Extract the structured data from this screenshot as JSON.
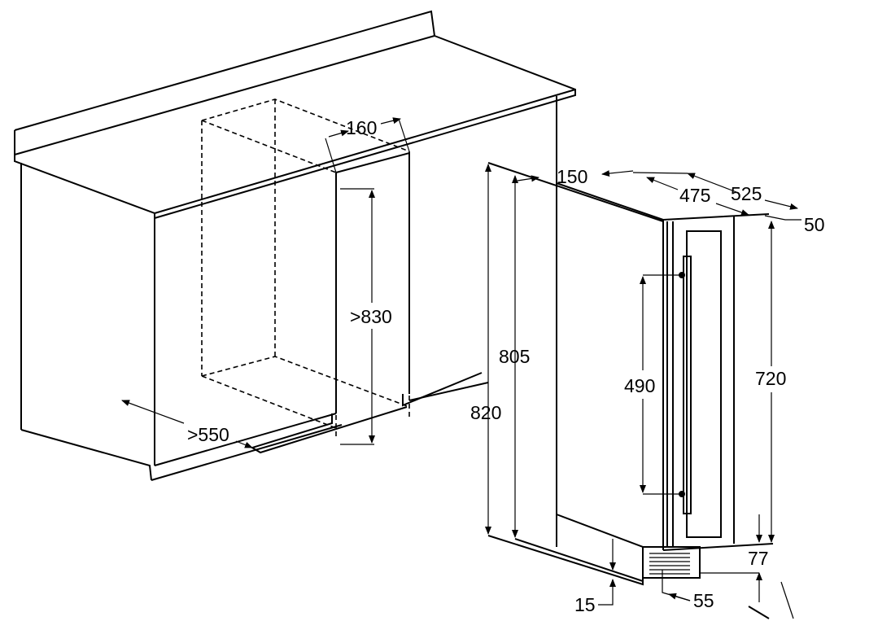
{
  "diagram": {
    "niche_dimensions": {
      "depth_offset": "160",
      "min_height": ">830",
      "min_depth": ">550"
    },
    "appliance_dimensions": {
      "door_offset": "150",
      "body_depth": "475",
      "total_depth": "525",
      "top_offset": "50",
      "body_height": "805",
      "total_height": "820",
      "handle_spacing": "490",
      "door_height": "720",
      "plinth_height": "77",
      "bottom_clearance": "15",
      "vent_offset": "55"
    },
    "line_color": "#000000",
    "background_color": "#ffffff"
  }
}
